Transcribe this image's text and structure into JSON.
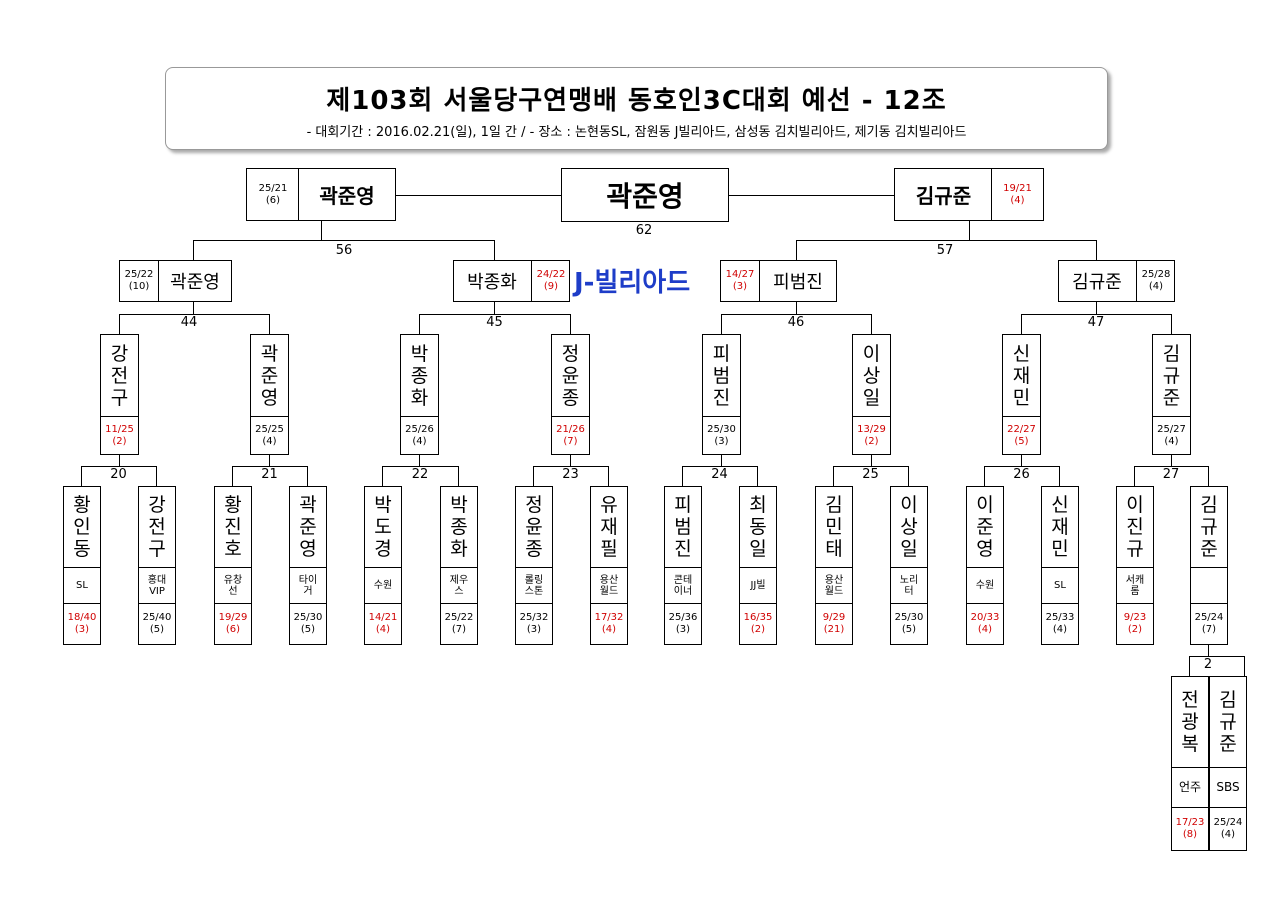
{
  "header": {
    "title": "제103회 서울당구연맹배 동호인3C대회 예선 - 12조",
    "subtitle": "- 대회기간 : 2016.02.21(일), 1일 간 / - 장소 : 논현동SL, 잠원동 J빌리아드, 삼성동 김치빌리아드, 제기동 김치빌리아드"
  },
  "venue_label": "J-빌리아드",
  "final": {
    "winner": "곽준영",
    "match_no": "62",
    "left": {
      "name": "곽준영",
      "score": "25/21",
      "inn": "(6)",
      "red": false
    },
    "right": {
      "name": "김규준",
      "score": "19/21",
      "inn": "(4)",
      "red": true
    }
  },
  "semis": [
    {
      "match_no": "56"
    },
    {
      "match_no": "57"
    }
  ],
  "quarters": [
    {
      "name": "곽준영",
      "score": "25/22",
      "inn": "(10)",
      "red": false
    },
    {
      "name": "박종화",
      "score": "24/22",
      "inn": "(9)",
      "red": true
    },
    {
      "name": "피범진",
      "score": "14/27",
      "inn": "(3)",
      "red": true
    },
    {
      "name": "김규준",
      "score": "25/28",
      "inn": "(4)",
      "red": false
    }
  ],
  "quarter_matches": [
    "44",
    "45",
    "46",
    "47"
  ],
  "round16": [
    {
      "name": "강전구",
      "score": "11/25",
      "inn": "(2)",
      "red": true
    },
    {
      "name": "곽준영",
      "score": "25/25",
      "inn": "(4)",
      "red": false
    },
    {
      "name": "박종화",
      "score": "25/26",
      "inn": "(4)",
      "red": false
    },
    {
      "name": "정윤종",
      "score": "21/26",
      "inn": "(7)",
      "red": true
    },
    {
      "name": "피범진",
      "score": "25/30",
      "inn": "(3)",
      "red": false
    },
    {
      "name": "이상일",
      "score": "13/29",
      "inn": "(2)",
      "red": true
    },
    {
      "name": "신재민",
      "score": "22/27",
      "inn": "(5)",
      "red": true
    },
    {
      "name": "김규준",
      "score": "25/27",
      "inn": "(4)",
      "red": false
    }
  ],
  "round16_matches": [
    "20",
    "21",
    "22",
    "23",
    "24",
    "25",
    "26",
    "27"
  ],
  "round32": [
    {
      "name": "황인동",
      "club": "SL",
      "score": "18/40",
      "inn": "(3)",
      "red": true
    },
    {
      "name": "강전구",
      "club": "홍대 VIP",
      "score": "25/40",
      "inn": "(5)",
      "red": false
    },
    {
      "name": "황진호",
      "club": "유창 선",
      "score": "19/29",
      "inn": "(6)",
      "red": true
    },
    {
      "name": "곽준영",
      "club": "타이 거",
      "score": "25/30",
      "inn": "(5)",
      "red": false
    },
    {
      "name": "박도경",
      "club": "수원",
      "score": "14/21",
      "inn": "(4)",
      "red": true
    },
    {
      "name": "박종화",
      "club": "제우 스",
      "score": "25/22",
      "inn": "(7)",
      "red": false
    },
    {
      "name": "정윤종",
      "club": "롤링 스톤",
      "score": "25/32",
      "inn": "(3)",
      "red": false
    },
    {
      "name": "유재필",
      "club": "용산 월드",
      "score": "17/32",
      "inn": "(4)",
      "red": true
    },
    {
      "name": "피범진",
      "club": "콘테 이너",
      "score": "25/36",
      "inn": "(3)",
      "red": false
    },
    {
      "name": "최동일",
      "club": "JJ빌",
      "score": "16/35",
      "inn": "(2)",
      "red": true
    },
    {
      "name": "김민태",
      "club": "용산 월드",
      "score": "9/29",
      "inn": "(21)",
      "red": true
    },
    {
      "name": "이상일",
      "club": "노리 터",
      "score": "25/30",
      "inn": "(5)",
      "red": false
    },
    {
      "name": "이준영",
      "club": "수원",
      "score": "20/33",
      "inn": "(4)",
      "red": true
    },
    {
      "name": "신재민",
      "club": "SL",
      "score": "25/33",
      "inn": "(4)",
      "red": false
    },
    {
      "name": "이진규",
      "club": "서캐 롬",
      "score": "9/23",
      "inn": "(2)",
      "red": true
    },
    {
      "name": "김규준",
      "club": "",
      "score": "25/24",
      "inn": "(7)",
      "red": false
    }
  ],
  "prelim": {
    "match_no": "2",
    "players": [
      {
        "name": "전광복",
        "club": "언주",
        "score": "17/23",
        "inn": "(8)",
        "red": true
      },
      {
        "name": "김규준",
        "club": "SBS",
        "score": "25/24",
        "inn": "(4)",
        "red": false
      }
    ]
  }
}
